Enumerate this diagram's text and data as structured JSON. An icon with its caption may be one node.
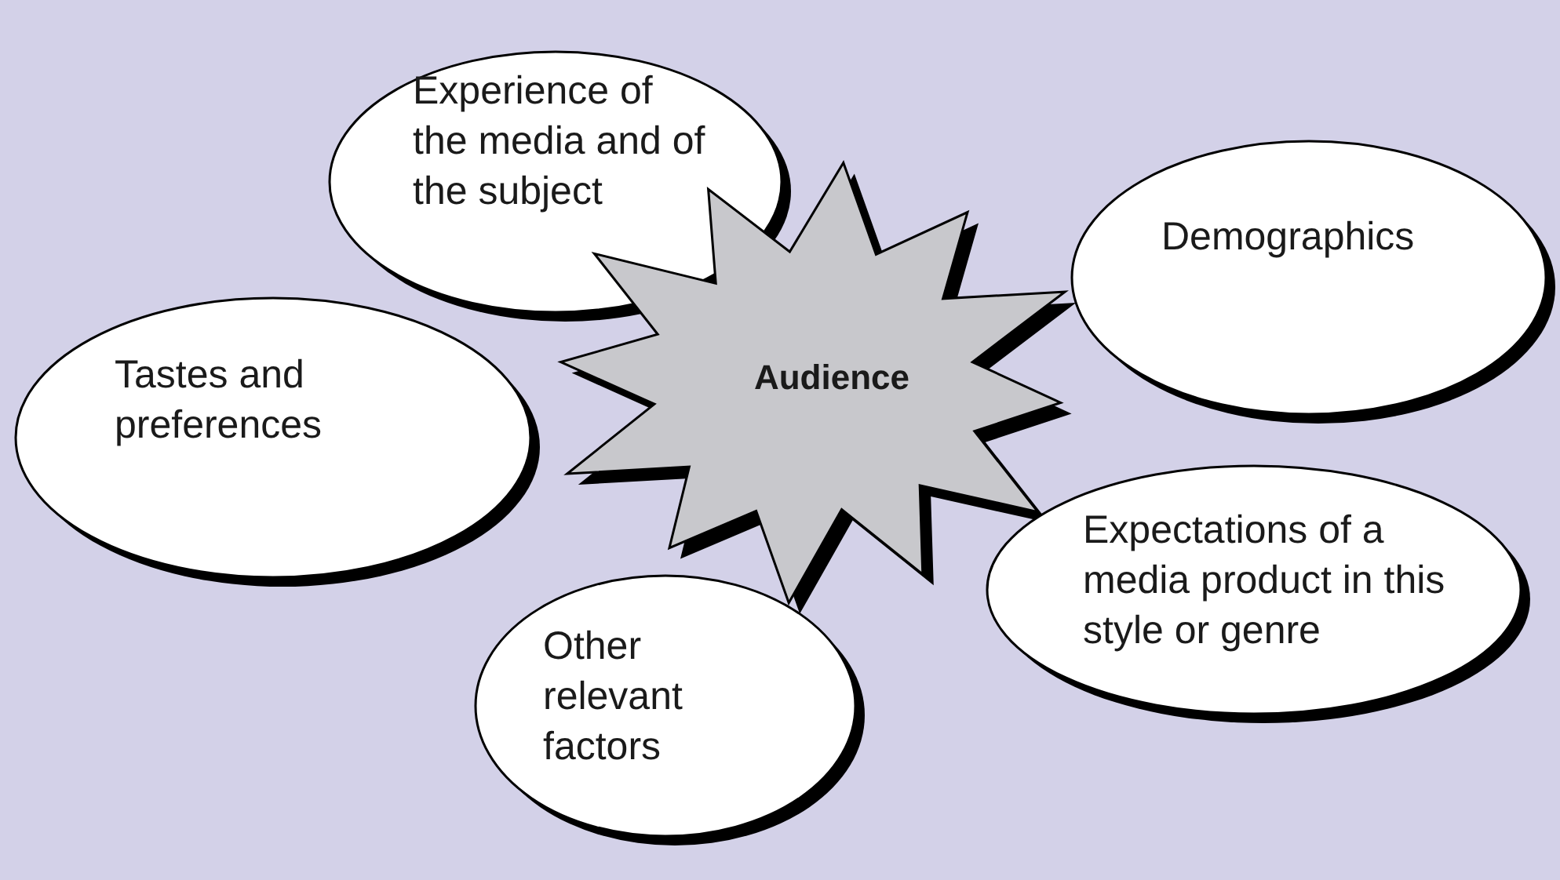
{
  "diagram": {
    "nodes": [
      {
        "text": [
          "Experience of the media and of the subject"
        ]
      },
      {
        "text": [
          "Demographics"
        ]
      },
      {
        "text": [
          "Tastes and preferences"
        ]
      },
      {
        "text": [
          "Audience"
        ]
      },
      {
        "text": [
          "Expectations of a media product in this style or genre"
        ]
      },
      {
        "text": [
          "Other relevant factors"
        ]
      }
    ],
    "edges": []
  }
}
